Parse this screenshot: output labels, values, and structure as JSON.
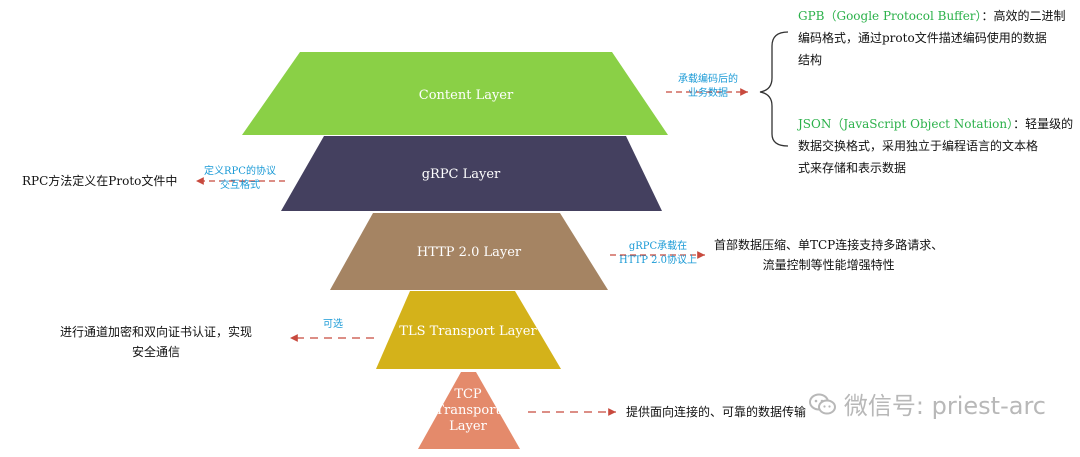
{
  "layers": [
    {
      "label": "Content Layer",
      "color": "#8ad046"
    },
    {
      "label": "gRPC Layer",
      "color": "#44405f"
    },
    {
      "label": "HTTP 2.0 Layer",
      "color": "#a58463"
    },
    {
      "label": "TLS Transport Layer",
      "color": "#d4b21a"
    },
    {
      "label_lines": [
        "TCP",
        "Transport",
        "Layer"
      ],
      "color": "#e48a6b"
    }
  ],
  "annotations": {
    "content_arrow_lines": [
      "承载编码后的",
      "业务数据"
    ],
    "gpb_title": "GPB（Google Protocol Buffer）",
    "gpb_rest_line1": "：高效的二进制",
    "gpb_line2": "编码格式，通过proto文件描述编码使用的数据",
    "gpb_line3": "结构",
    "json_title": "JSON（JavaScript Object Notation）",
    "json_rest_line1": "：轻量级的",
    "json_line2": "数据交换格式，采用独立于编程语言的文本格",
    "json_line3": "式来存储和表示数据",
    "grpc_arrow_lines": [
      "定义RPC的协议",
      "交互格式"
    ],
    "grpc_note": "RPC方法定义在Proto文件中",
    "http_arrow_lines": [
      "gRPC承载在",
      "HTTP 2.0协议上"
    ],
    "http_note_lines": [
      "首部数据压缩、单TCP连接支持多路请求、",
      "流量控制等性能增强特性"
    ],
    "tls_arrow_label": "可选",
    "tls_note_lines": [
      "进行通道加密和双向证书认证，实现",
      "安全通信"
    ],
    "tcp_note": "提供面向连接的、可靠的数据传输"
  },
  "watermark": {
    "text": "微信号: priest-arc",
    "icon": "wechat-icon"
  }
}
